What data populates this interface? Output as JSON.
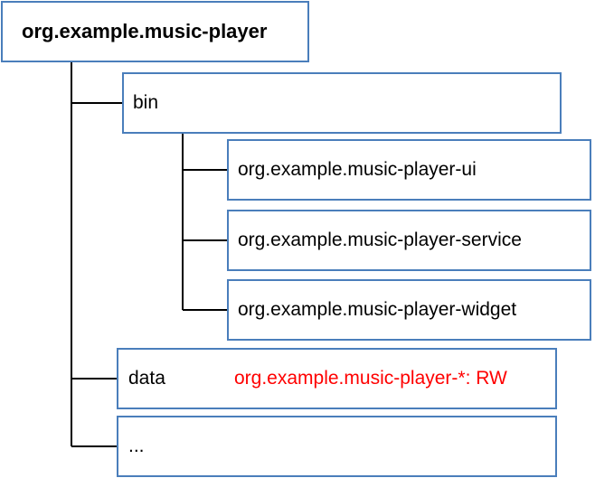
{
  "tree": {
    "root": {
      "label": "org.example.music-player"
    },
    "bin": {
      "label": "bin",
      "children": [
        {
          "label": "org.example.music-player-ui"
        },
        {
          "label": "org.example.music-player-service"
        },
        {
          "label": "org.example.music-player-widget"
        }
      ]
    },
    "data": {
      "label": "data",
      "permission_note": "org.example.music-player-*:  RW"
    },
    "more": {
      "label": "..."
    }
  },
  "colors": {
    "box_border": "#4a7ebb",
    "connector": "#000000",
    "permission_text": "#ff0000"
  }
}
